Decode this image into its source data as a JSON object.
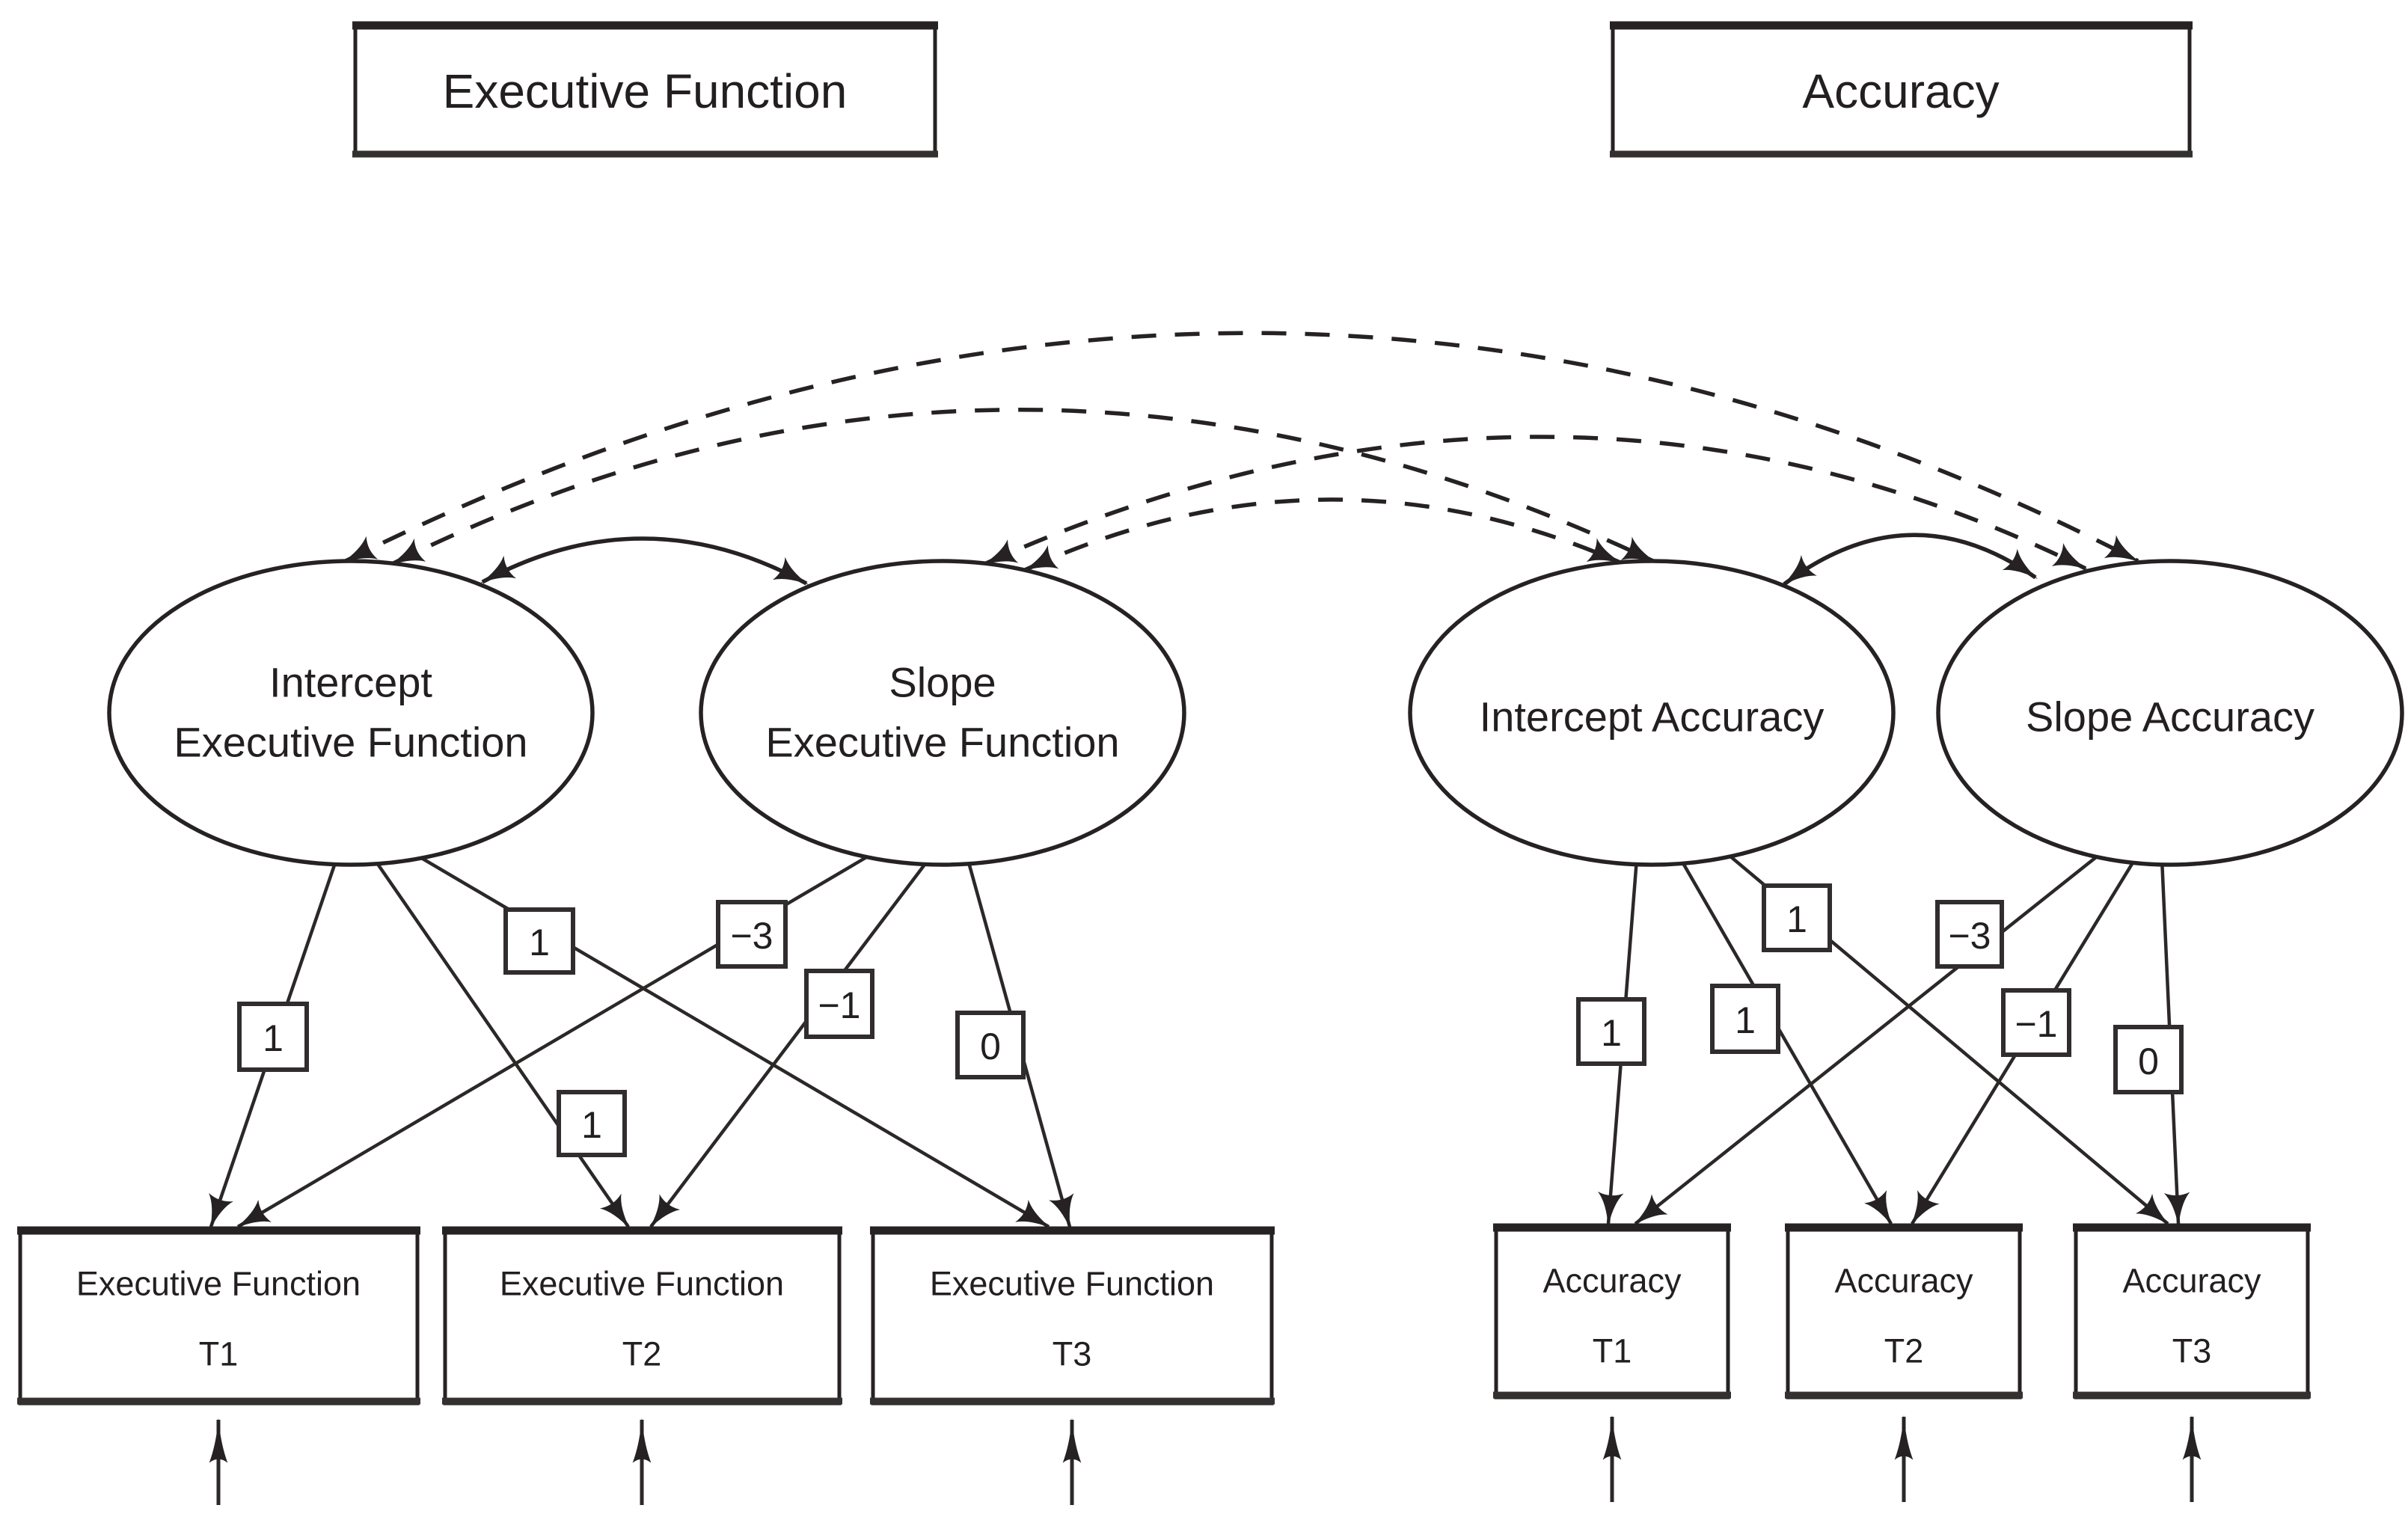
{
  "diagram": {
    "left_title": "Executive Function",
    "right_title": "Accuracy",
    "latents": {
      "intercept_ef": {
        "line1": "Intercept",
        "line2": "Executive Function"
      },
      "slope_ef": {
        "line1": "Slope",
        "line2": "Executive Function"
      },
      "intercept_acc": {
        "line1": "Intercept Accuracy"
      },
      "slope_acc": {
        "line1": "Slope Accuracy"
      }
    },
    "loadings": {
      "ef_intercept": [
        "1",
        "1",
        "1"
      ],
      "ef_slope": [
        "−3",
        "−1",
        "0"
      ],
      "acc_intercept": [
        "1",
        "1",
        "1"
      ],
      "acc_slope": [
        "−3",
        "−1",
        "0"
      ]
    },
    "observed": {
      "ef": [
        {
          "line1": "Executive Function",
          "line2": "T1"
        },
        {
          "line1": "Executive Function",
          "line2": "T2"
        },
        {
          "line1": "Executive Function",
          "line2": "T3"
        }
      ],
      "acc": [
        {
          "line1": "Accuracy",
          "line2": "T1"
        },
        {
          "line1": "Accuracy",
          "line2": "T2"
        },
        {
          "line1": "Accuracy",
          "line2": "T3"
        }
      ]
    },
    "colors": {
      "ink": "#262223",
      "background": "#ffffff"
    }
  }
}
